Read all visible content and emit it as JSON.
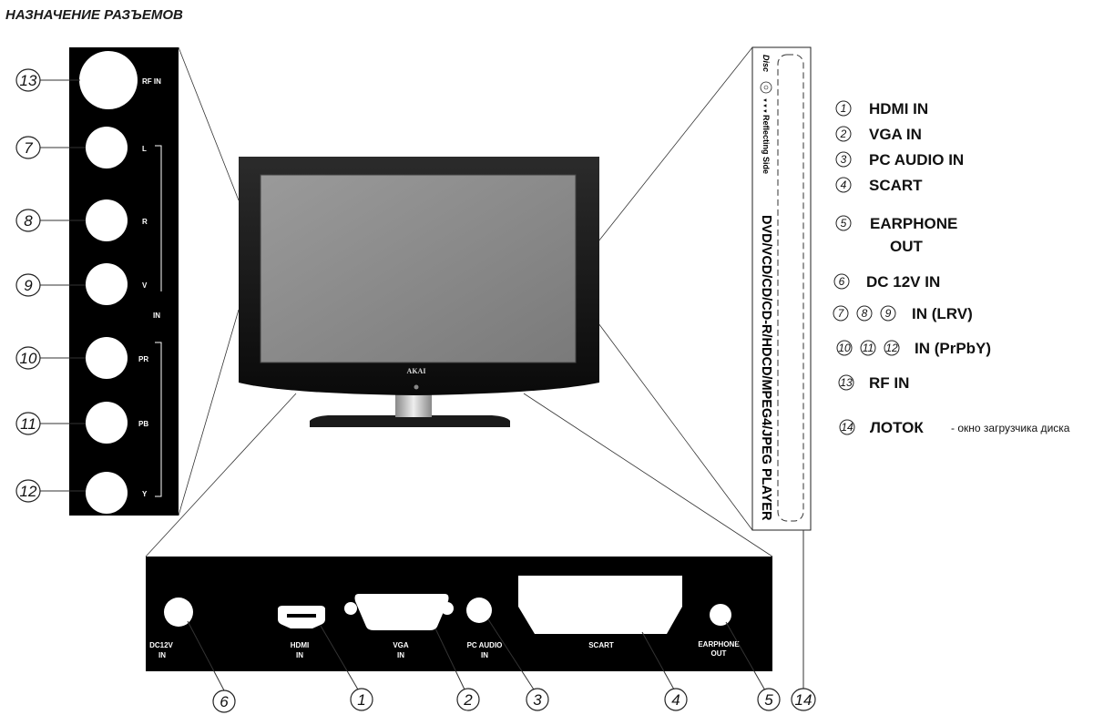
{
  "title": "НАЗНАЧЕНИЕ РАЗЪЕМОВ",
  "brand": "AKAI",
  "side_panel": {
    "items": [
      {
        "num": "13",
        "label": "RF IN"
      },
      {
        "num": "7",
        "label": "L"
      },
      {
        "num": "8",
        "label": "R"
      },
      {
        "num": "9",
        "label": "V"
      },
      {
        "num": "10",
        "label": "PR"
      },
      {
        "num": "11",
        "label": "PB"
      },
      {
        "num": "12",
        "label": "Y"
      }
    ],
    "group_label": "IN"
  },
  "disc_panel": {
    "small_text_1": "Disc",
    "small_text_2": "Reflecting Side",
    "main_text": "DVD/VCD/CD/CD-R/HDCD/MPEG4/JPEG PLAYER"
  },
  "back_panel": {
    "ports": [
      {
        "label_1": "DC12V",
        "label_2": "IN",
        "num": "6"
      },
      {
        "label_1": "HDMI",
        "label_2": "IN",
        "num": "1"
      },
      {
        "label_1": "VGA",
        "label_2": "IN",
        "num": "2"
      },
      {
        "label_1": "PC  AUDIO",
        "label_2": "IN",
        "num": "3"
      },
      {
        "label_1": "SCART",
        "label_2": "",
        "num": "4"
      },
      {
        "label_1": "EARPHONE",
        "label_2": "OUT",
        "num": "5"
      }
    ],
    "tray_num": "14"
  },
  "legend": {
    "items": [
      {
        "nums": "1",
        "text": "HDMI IN"
      },
      {
        "nums": "2",
        "text": "VGA IN"
      },
      {
        "nums": "3",
        "text": "PC AUDIO IN"
      },
      {
        "nums": "4",
        "text": "SCART"
      },
      {
        "nums": "5",
        "text": "EARPHONE",
        "text2": "OUT"
      },
      {
        "nums": "6",
        "text": "DC 12V IN"
      },
      {
        "nums": "7 8 9",
        "text": "IN (LRV)"
      },
      {
        "nums": "10 11 12",
        "text": "IN (PrPbY)"
      },
      {
        "nums": "13",
        "text": "RF IN"
      },
      {
        "nums": "14",
        "text": "ЛОТОК",
        "note": "- окно загрузчика диска"
      }
    ]
  }
}
